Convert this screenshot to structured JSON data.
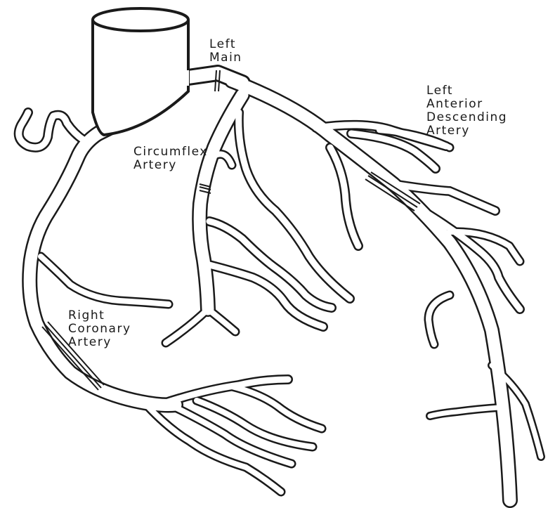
{
  "labels": {
    "left_main": [
      "Left",
      "Main"
    ],
    "lad": [
      "Left",
      "Anterior",
      "Descending",
      "Artery"
    ],
    "circumflex": [
      "Circumflex",
      "Artery"
    ],
    "right_coronary": [
      "Right",
      "Coronary",
      "Artery"
    ]
  },
  "colors": {
    "ink": "#1a1a1a",
    "vessel_fill": "#ffffff",
    "background": "#ffffff"
  }
}
